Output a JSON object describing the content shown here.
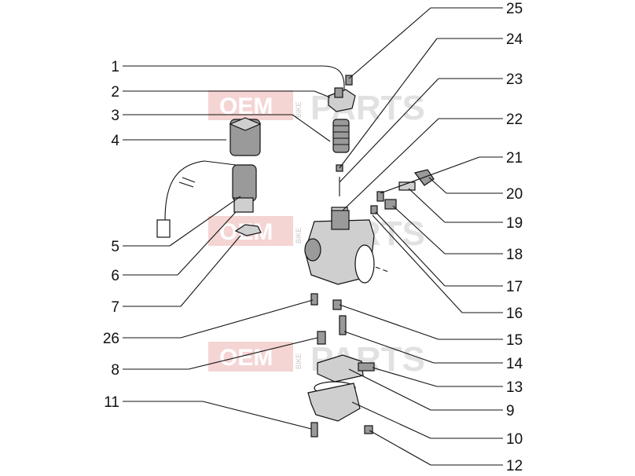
{
  "watermark": {
    "oem": "OEM",
    "bike": "BIKE",
    "parts": "PARTS"
  },
  "callouts_left": [
    "1",
    "2",
    "3",
    "4",
    "5",
    "6",
    "7",
    "26",
    "8",
    "11"
  ],
  "callouts_right": [
    "25",
    "24",
    "23",
    "22",
    "21",
    "20",
    "19",
    "18",
    "17",
    "16",
    "15",
    "14",
    "13",
    "9",
    "10",
    "12"
  ]
}
